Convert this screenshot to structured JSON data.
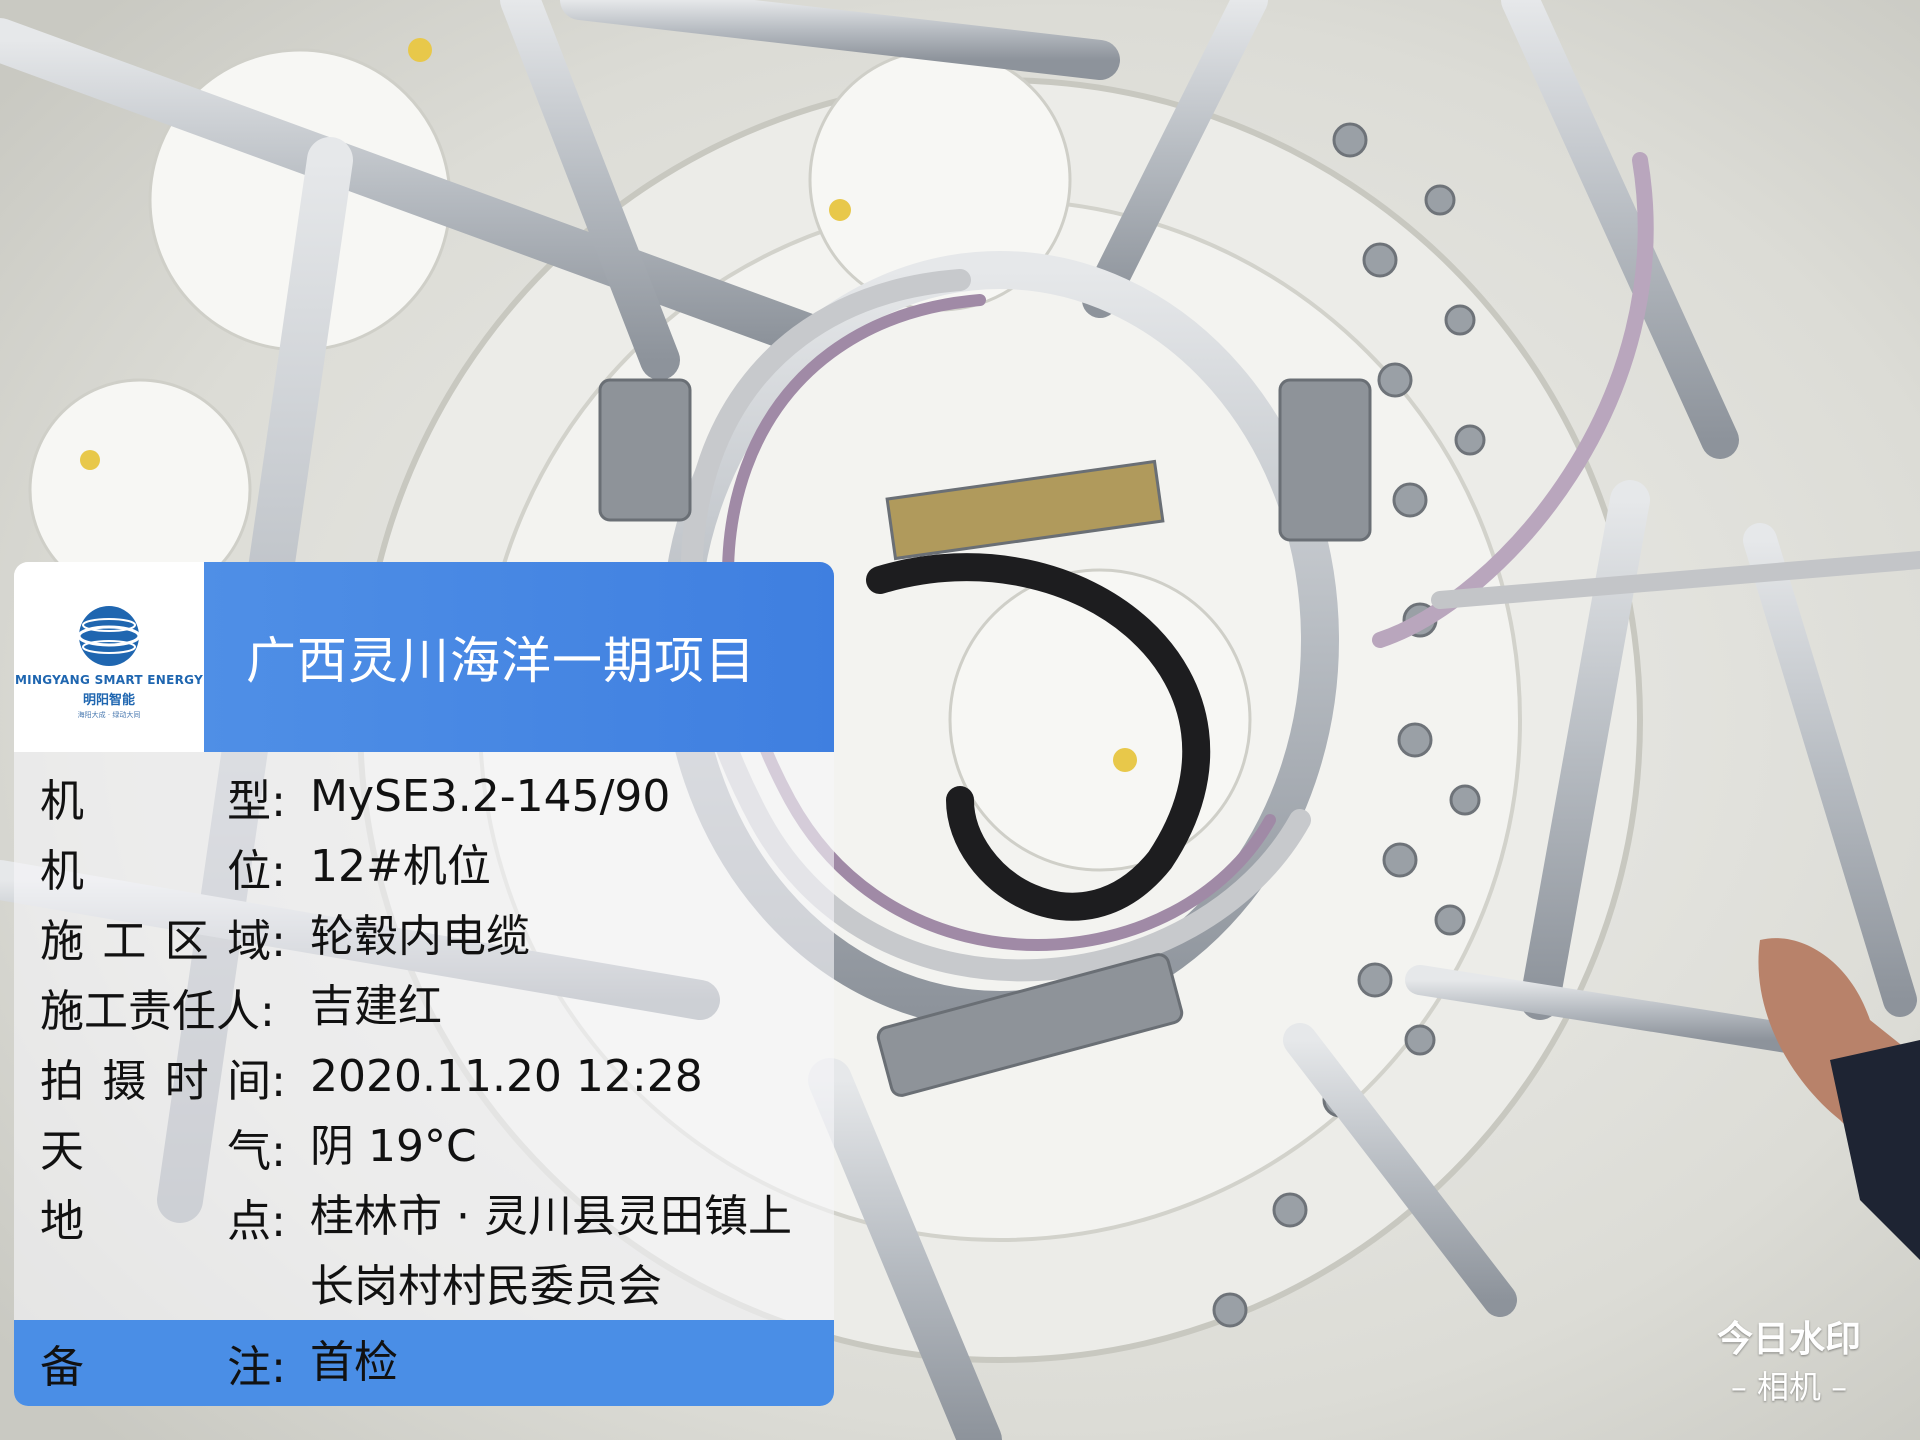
{
  "photo": {
    "description_icon": "wind-turbine-hub-interior-photo"
  },
  "brand": {
    "name_en": "MINGYANG SMART ENERGY",
    "name_cn": "明阳智能",
    "tagline": "海阳大成 · 绿动大同"
  },
  "card": {
    "title": "广西灵川海洋一期项目",
    "fields": [
      {
        "label": [
          "机",
          "型:"
        ],
        "value": "MySE3.2-145/90"
      },
      {
        "label": [
          "机",
          "位:"
        ],
        "value": "12#机位"
      },
      {
        "label": [
          "施",
          "工",
          "区",
          "域:"
        ],
        "value": "轮毂内电缆"
      },
      {
        "label": [
          "施工责任人:"
        ],
        "value": "吉建红"
      },
      {
        "label": [
          "拍",
          "摄",
          "时",
          "间:"
        ],
        "value": "2020.11.20 12:28"
      },
      {
        "label": [
          "天",
          "气:"
        ],
        "value": "阴 19°C"
      },
      {
        "label": [
          "地",
          "点:"
        ],
        "value": "桂林市 · 灵川县灵田镇上",
        "value2": "长岗村村民委员会"
      }
    ],
    "note": {
      "label": [
        "备",
        "注:"
      ],
      "value": "首检"
    }
  },
  "watermark": {
    "line1": "今日水印",
    "line2": "– 相机 –"
  },
  "colors": {
    "title_bar": "#3f7fe0",
    "brand_blue": "#1f66b0"
  }
}
